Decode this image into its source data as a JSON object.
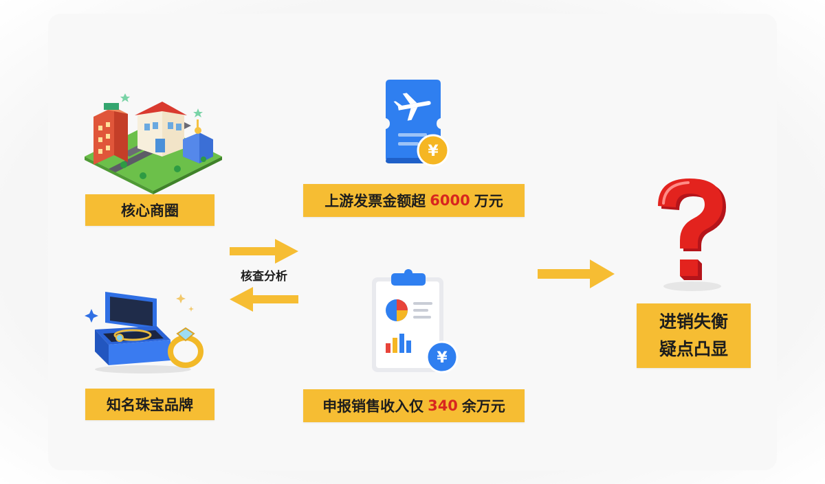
{
  "nodes": {
    "core_district": {
      "label": "核心商圈",
      "icon": "city-buildings-icon"
    },
    "jewelry_brand": {
      "label": "知名珠宝品牌",
      "icon": "jewelry-box-ring-icon"
    },
    "upstream_invoice": {
      "label_prefix": "上游发票金额超",
      "amount": "6000",
      "label_suffix": "万元",
      "icon": "plane-ticket-yen-icon"
    },
    "declared_sales": {
      "label_prefix": "申报销售收入仅",
      "amount": "340",
      "label_suffix": "余万元",
      "icon": "clipboard-report-yen-icon"
    },
    "conclusion": {
      "line1": "进销失衡",
      "line2": "疑点凸显",
      "icon": "red-question-mark-icon"
    }
  },
  "center_label": "核查分析",
  "colors": {
    "label_bg": "#f6bd33",
    "arrow": "#f6bd33",
    "highlight": "#d8261f",
    "question": "#e3231e"
  }
}
